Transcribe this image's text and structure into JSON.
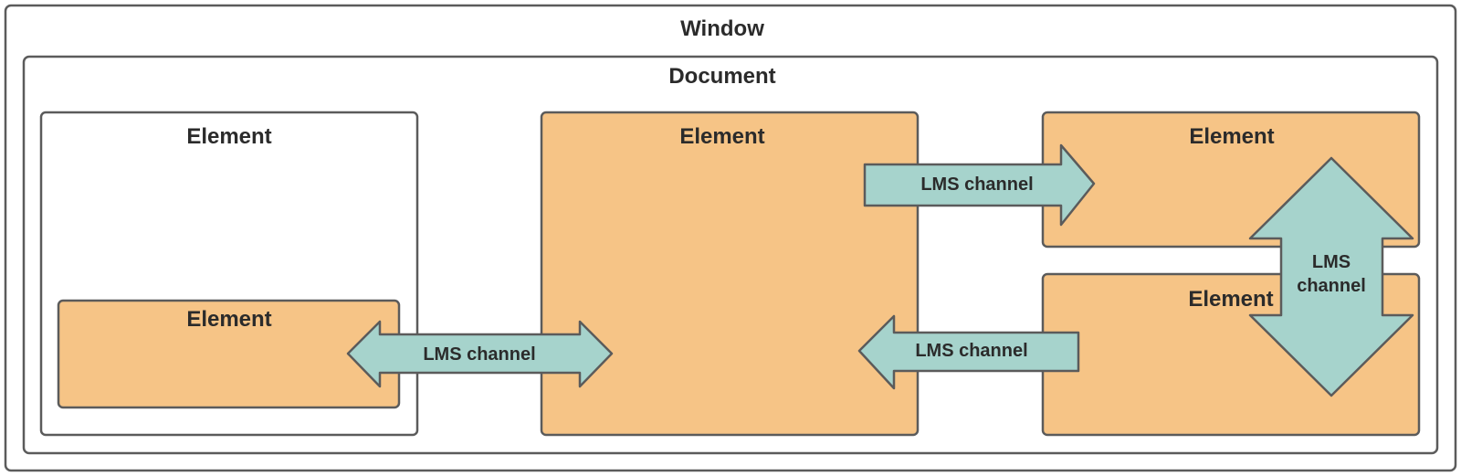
{
  "window": {
    "label": "Window"
  },
  "document": {
    "label": "Document"
  },
  "elements": [
    {
      "id": "left-outer",
      "label": "Element"
    },
    {
      "id": "left-inner",
      "label": "Element"
    },
    {
      "id": "center",
      "label": "Element"
    },
    {
      "id": "right-top",
      "label": "Element"
    },
    {
      "id": "right-bottom",
      "label": "Element"
    }
  ],
  "channels": [
    {
      "id": "left-center",
      "label": "LMS channel",
      "direction": "bidirectional-horizontal"
    },
    {
      "id": "center-to-right-top",
      "label": "LMS channel",
      "direction": "right"
    },
    {
      "id": "right-bottom-to-center",
      "label": "LMS channel",
      "direction": "left"
    },
    {
      "id": "right-top-bottom",
      "label_lines": [
        "LMS",
        "channel"
      ],
      "direction": "bidirectional-vertical"
    }
  ],
  "colors": {
    "element_fill": "#f6c486",
    "container_fill": "#ffffff",
    "channel_fill": "#a6d3cc",
    "stroke": "#5b5b5b"
  }
}
